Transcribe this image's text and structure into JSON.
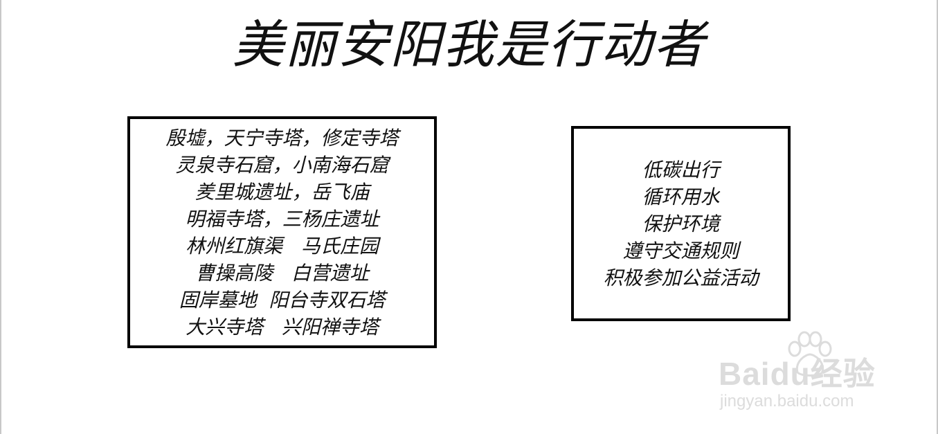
{
  "title": "美丽安阳我是行动者",
  "left_box": {
    "lines": [
      "殷墟，天宁寺塔，修定寺塔",
      "灵泉寺石窟，小南海石窟",
      "羑里城遗址，岳飞庙",
      "明福寺塔，三杨庄遗址",
      "林州红旗渠   马氏庄园",
      "曹操高陵   白营遗址",
      "固岸墓地  阳台寺双石塔",
      "大兴寺塔   兴阳禅寺塔"
    ]
  },
  "right_box": {
    "lines": [
      "低碳出行",
      "循环用水",
      "保护环境",
      "遵守交通规则",
      "积极参加公益活动"
    ]
  },
  "watermark": {
    "logo": "Baidu经验",
    "url": "jingyan.baidu.com",
    "icon": "paw-icon"
  }
}
